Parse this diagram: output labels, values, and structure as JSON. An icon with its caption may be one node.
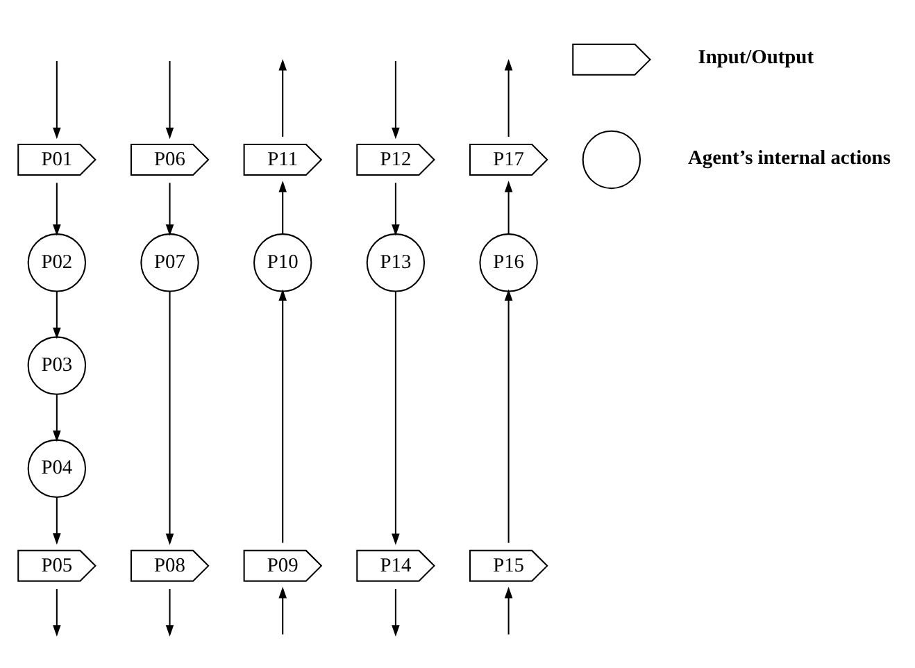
{
  "diagram": {
    "nodes": [
      {
        "text": [
          "P01"
        ]
      },
      {
        "text": [
          "P02"
        ]
      },
      {
        "text": [
          "P03"
        ]
      },
      {
        "text": [
          "P04"
        ]
      },
      {
        "text": [
          "P05"
        ]
      },
      {
        "text": [
          "P06"
        ]
      },
      {
        "text": [
          "P07"
        ]
      },
      {
        "text": [
          "P08"
        ]
      },
      {
        "text": [
          "P09"
        ]
      },
      {
        "text": [
          "P10"
        ]
      },
      {
        "text": [
          "P11"
        ]
      },
      {
        "text": [
          "P12"
        ]
      },
      {
        "text": [
          "P13"
        ]
      },
      {
        "text": [
          "P14"
        ]
      },
      {
        "text": [
          "P15"
        ]
      },
      {
        "text": [
          "P16"
        ]
      },
      {
        "text": [
          "P17"
        ]
      },
      {
        "text": [],
        "shape": "box"
      },
      {
        "text": [],
        "shape": "circle"
      }
    ],
    "edges": [
      {
        "from": null,
        "to": 0,
        "arrow": "to"
      },
      {
        "from": 0,
        "to": 1,
        "arrow": "to"
      },
      {
        "from": 1,
        "to": 2,
        "arrow": "to"
      },
      {
        "from": 2,
        "to": 3,
        "arrow": "to"
      },
      {
        "from": 3,
        "to": 4,
        "arrow": "to"
      },
      {
        "from": 4,
        "to": null,
        "arrow": "to"
      },
      {
        "from": null,
        "to": 5,
        "arrow": "to"
      },
      {
        "from": 5,
        "to": 6,
        "arrow": "to"
      },
      {
        "from": 6,
        "to": 7,
        "arrow": "to"
      },
      {
        "from": 7,
        "to": null,
        "arrow": "to"
      },
      {
        "from": null,
        "to": 8,
        "arrow": "to"
      },
      {
        "from": 8,
        "to": 9,
        "arrow": "to"
      },
      {
        "from": 9,
        "to": 10,
        "arrow": "to"
      },
      {
        "from": 10,
        "to": null,
        "arrow": "to"
      },
      {
        "from": null,
        "to": 11,
        "arrow": "to"
      },
      {
        "from": 11,
        "to": 12,
        "arrow": "to"
      },
      {
        "from": 12,
        "to": 13,
        "arrow": "to"
      },
      {
        "from": 13,
        "to": null,
        "arrow": "to"
      },
      {
        "from": null,
        "to": 14,
        "arrow": "to"
      },
      {
        "from": 14,
        "to": 15,
        "arrow": "to"
      },
      {
        "from": 15,
        "to": 16,
        "arrow": "to"
      },
      {
        "from": 16,
        "to": null,
        "arrow": "to"
      }
    ],
    "legend": [
      {
        "text": "Input/Output"
      },
      {
        "text": "Agent’s internal actions"
      }
    ]
  }
}
